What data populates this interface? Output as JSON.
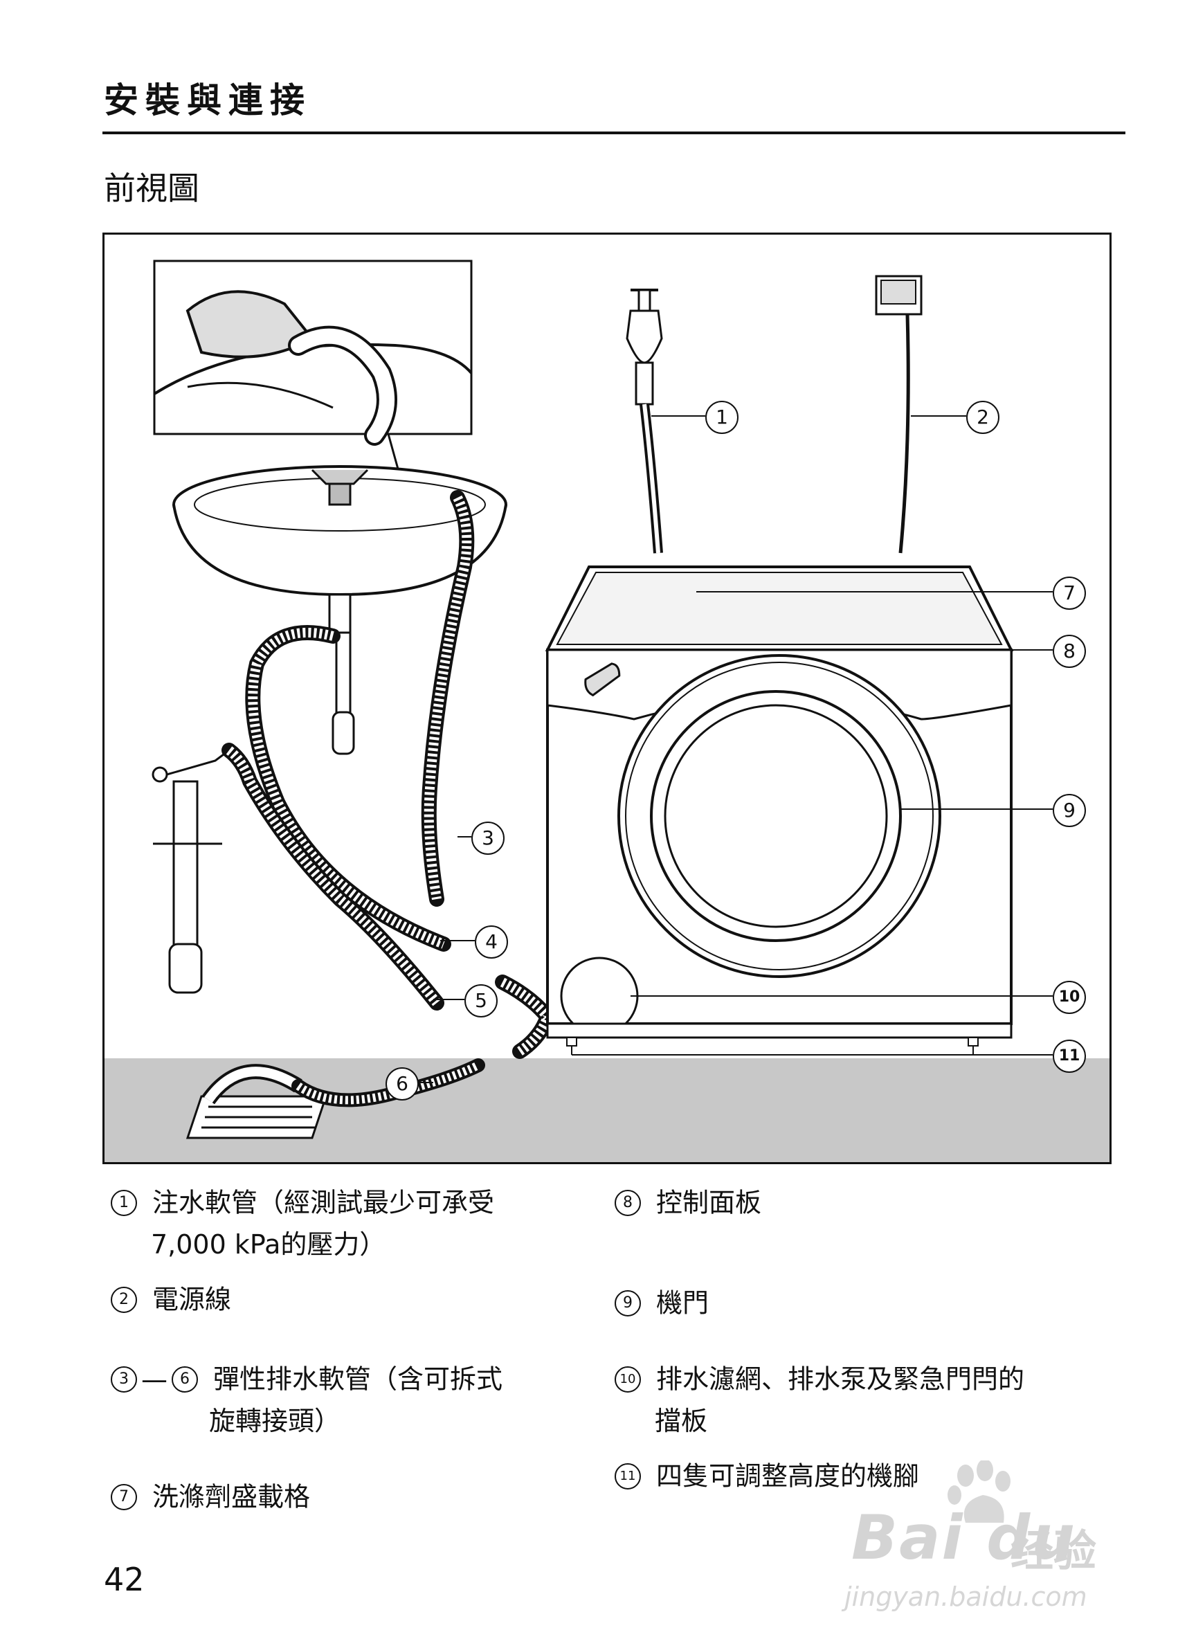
{
  "header": {
    "section_title": "安裝與連接",
    "subtitle": "前視圖"
  },
  "figure": {
    "callouts": [
      "1",
      "2",
      "3",
      "4",
      "5",
      "6",
      "7",
      "8",
      "9",
      "10",
      "11"
    ]
  },
  "legend": {
    "left": [
      {
        "num": "1",
        "text": "注水軟管（經測試最少可承受",
        "cont": "7,000 kPa的壓力）"
      },
      {
        "num": "2",
        "text": "電源線"
      },
      {
        "num": "3",
        "sep": "—",
        "num_b": "6",
        "text": "彈性排水軟管（含可拆式",
        "cont": "旋轉接頭）"
      },
      {
        "num": "7",
        "text": "洗滌劑盛載格"
      }
    ],
    "right": [
      {
        "num": "8",
        "text": "控制面板"
      },
      {
        "num": "9",
        "text": "機門"
      },
      {
        "num": "10",
        "text": "排水濾網、排水泵及緊急門閂的",
        "cont": "擋板"
      },
      {
        "num": "11",
        "text": "四隻可調整高度的機腳"
      }
    ]
  },
  "page_number": "42",
  "watermark": {
    "brand": "Bai du",
    "brand_cn": "经验",
    "url": "jingyan.baidu.com"
  }
}
